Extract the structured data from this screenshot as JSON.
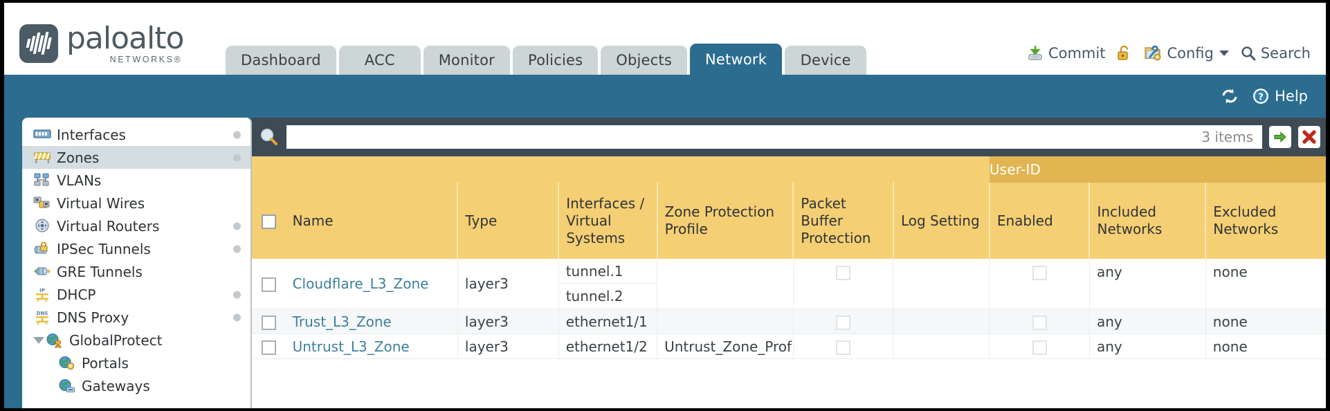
{
  "brand": {
    "name": "paloalto",
    "sub": "NETWORKS®",
    "logo_icon": "paloalto-bars-logo"
  },
  "nav": {
    "tabs": [
      {
        "label": "Dashboard",
        "active": false
      },
      {
        "label": "ACC",
        "active": false
      },
      {
        "label": "Monitor",
        "active": false
      },
      {
        "label": "Policies",
        "active": false
      },
      {
        "label": "Objects",
        "active": false
      },
      {
        "label": "Network",
        "active": true
      },
      {
        "label": "Device",
        "active": false
      }
    ]
  },
  "top_actions": {
    "commit": {
      "label": "Commit",
      "icon": "commit-download-icon"
    },
    "lock": {
      "label": "",
      "icon": "padlock-unlocked-icon"
    },
    "config": {
      "label": "Config",
      "icon": "config-folder-wrench-icon",
      "caret": "chevron-down-icon"
    },
    "search": {
      "label": "Search",
      "icon": "search-magnifier-icon"
    }
  },
  "banner": {
    "refresh": {
      "label": "",
      "icon": "refresh-icon"
    },
    "help": {
      "label": "Help",
      "icon": "help-question-icon"
    }
  },
  "sidebar": {
    "items": [
      {
        "label": "Interfaces",
        "icon": "interfaces-icon",
        "selected": false,
        "dot": true,
        "child": false,
        "expander": false
      },
      {
        "label": "Zones",
        "icon": "zones-barrier-icon",
        "selected": true,
        "dot": true,
        "child": false,
        "expander": false
      },
      {
        "label": "VLANs",
        "icon": "vlans-network-icon",
        "selected": false,
        "dot": false,
        "child": false,
        "expander": false
      },
      {
        "label": "Virtual Wires",
        "icon": "virtual-wires-icon",
        "selected": false,
        "dot": false,
        "child": false,
        "expander": false
      },
      {
        "label": "Virtual Routers",
        "icon": "virtual-routers-icon",
        "selected": false,
        "dot": true,
        "child": false,
        "expander": false
      },
      {
        "label": "IPSec Tunnels",
        "icon": "ipsec-tunnels-lock-icon",
        "selected": false,
        "dot": true,
        "child": false,
        "expander": false
      },
      {
        "label": "GRE Tunnels",
        "icon": "gre-tunnels-icon",
        "selected": false,
        "dot": false,
        "child": false,
        "expander": false
      },
      {
        "label": "DHCP",
        "icon": "dhcp-ip-icon",
        "selected": false,
        "dot": true,
        "child": false,
        "expander": false
      },
      {
        "label": "DNS Proxy",
        "icon": "dns-proxy-icon",
        "selected": false,
        "dot": true,
        "child": false,
        "expander": false
      },
      {
        "label": "GlobalProtect",
        "icon": "globalprotect-globe-user-icon",
        "selected": false,
        "dot": false,
        "child": false,
        "expander": true
      },
      {
        "label": "Portals",
        "icon": "portals-globe-gear-icon",
        "selected": false,
        "dot": false,
        "child": true,
        "expander": false
      },
      {
        "label": "Gateways",
        "icon": "gateways-globe-icon",
        "selected": false,
        "dot": false,
        "child": true,
        "expander": false
      }
    ]
  },
  "filter": {
    "search_icon": "search-magnifier-icon",
    "value": "",
    "placeholder": "",
    "item_count": "3 items",
    "apply_icon": "green-arrow-apply-icon",
    "clear_icon": "red-x-clear-icon"
  },
  "table": {
    "group_header": {
      "label": "User-ID",
      "spans": 3
    },
    "columns": [
      "Name",
      "Type",
      "Interfaces / Virtual Systems",
      "Zone Protection Profile",
      "Packet Buffer Protection",
      "Log Setting",
      "Enabled",
      "Included Networks",
      "Excluded Networks"
    ],
    "rows": [
      {
        "selected": false,
        "name": "Cloudflare_L3_Zone",
        "type": "layer3",
        "interfaces": [
          "tunnel.1",
          "tunnel.2"
        ],
        "zone_protection_profile": "",
        "packet_buffer_protection": false,
        "log_setting": "",
        "userid_enabled": false,
        "included_networks": "any",
        "excluded_networks": "none"
      },
      {
        "selected": false,
        "name": "Trust_L3_Zone",
        "type": "layer3",
        "interfaces": [
          "ethernet1/1"
        ],
        "zone_protection_profile": "",
        "packet_buffer_protection": false,
        "log_setting": "",
        "userid_enabled": false,
        "included_networks": "any",
        "excluded_networks": "none"
      },
      {
        "selected": false,
        "name": "Untrust_L3_Zone",
        "type": "layer3",
        "interfaces": [
          "ethernet1/2"
        ],
        "zone_protection_profile": "Untrust_Zone_Prof",
        "packet_buffer_protection": false,
        "log_setting": "",
        "userid_enabled": false,
        "included_networks": "any",
        "excluded_networks": "none"
      }
    ]
  },
  "colors": {
    "accent_blue": "#2b6c8f",
    "header_gold": "#f5cf74",
    "group_gold": "#e0b552",
    "link_teal": "#3d7f9e",
    "filter_slate": "#3e4b55",
    "tab_gray": "#ccd6d6"
  }
}
